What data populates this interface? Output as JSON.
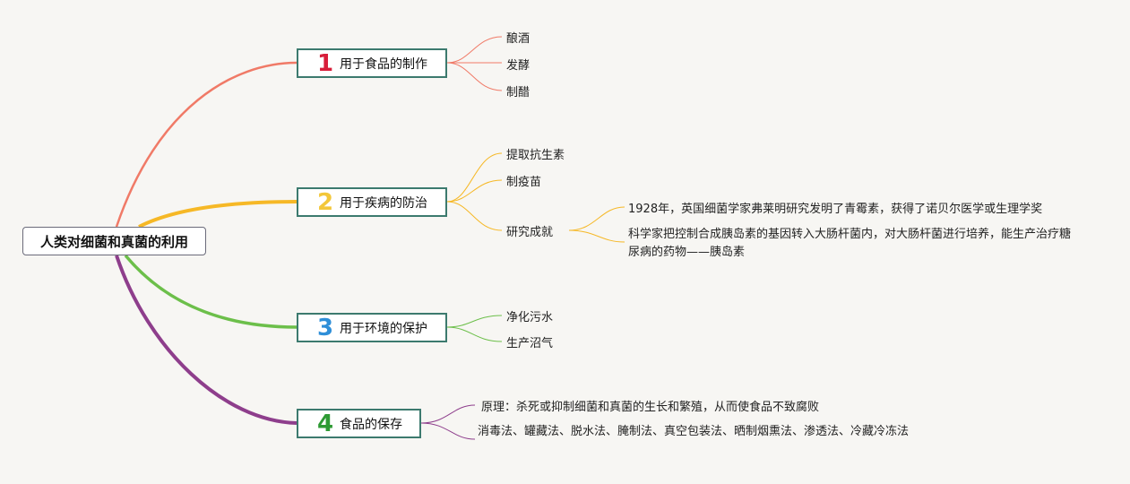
{
  "root": {
    "label": "人类对细菌和真菌的利用"
  },
  "branches": [
    {
      "number": "1",
      "label": "用于食品的制作",
      "color": "#f07a67",
      "num_color": "#d81e3a",
      "children": [
        "酿酒",
        "发酵",
        "制醋"
      ]
    },
    {
      "number": "2",
      "label": "用于疾病的防治",
      "color": "#f6b826",
      "num_color": "#f3c73a",
      "children": [
        "提取抗生素",
        "制疫苗",
        "研究成就"
      ],
      "sub": [
        "1928年，英国细菌学家弗莱明研究发明了青霉素，获得了诺贝尔医学或生理学奖",
        "科学家把控制合成胰岛素的基因转入大肠杆菌内，对大肠杆菌进行培养，能生产治疗糖尿病的药物——胰岛素"
      ]
    },
    {
      "number": "3",
      "label": "用于环境的保护",
      "color": "#6cbf4a",
      "num_color": "#2f8fd8",
      "children": [
        "净化污水",
        "生产沼气"
      ]
    },
    {
      "number": "4",
      "label": "食品的保存",
      "color": "#8e3e8c",
      "num_color": "#2e9a34",
      "children": [
        "原理：杀死或抑制细菌和真菌的生长和繁殖，从而使食品不致腐败",
        "消毒法、罐藏法、脱水法、腌制法、真空包装法、晒制烟熏法、渗透法、冷藏冷冻法"
      ]
    }
  ]
}
